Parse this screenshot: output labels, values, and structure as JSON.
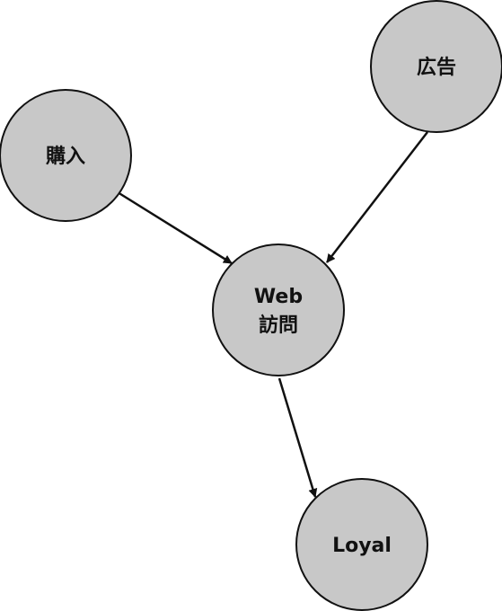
{
  "diagram": {
    "nodes": [
      {
        "id": "ad",
        "label_lines": [
          "広告"
        ]
      },
      {
        "id": "purchase",
        "label_lines": [
          "購入"
        ]
      },
      {
        "id": "web_visit",
        "label_lines": [
          "Web",
          "訪問"
        ]
      },
      {
        "id": "loyal",
        "label_lines": [
          "Loyal"
        ]
      }
    ],
    "edges": [
      {
        "from": "purchase",
        "to": "web_visit"
      },
      {
        "from": "ad",
        "to": "web_visit"
      },
      {
        "from": "web_visit",
        "to": "loyal"
      }
    ],
    "colors": {
      "node_fill": "#c8c8c8",
      "node_stroke": "#111111",
      "edge": "#111111",
      "text": "#111111"
    }
  }
}
